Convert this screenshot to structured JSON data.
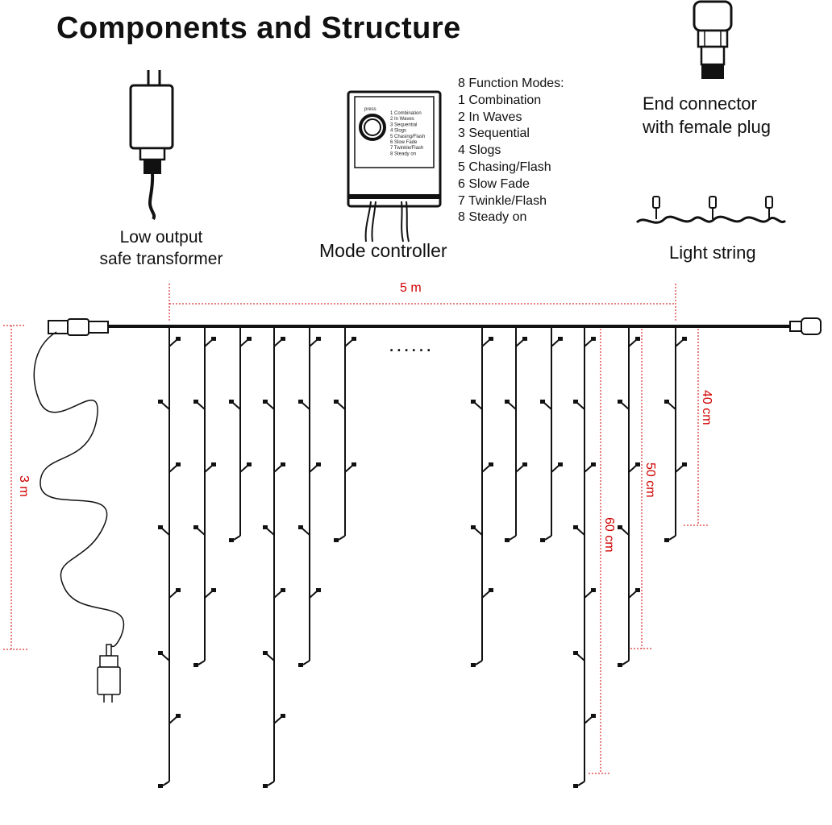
{
  "title": "Components and Structure",
  "components": {
    "transformer": {
      "line1": "Low output",
      "line2": "safe transformer",
      "icon": "power-adapter-icon"
    },
    "controller": {
      "label": "Mode controller",
      "button_label": "press",
      "icon": "mode-controller-icon",
      "mini_modes": [
        "1 Combination",
        "2 In Waves",
        "3 Sequential",
        "4 Slogs",
        "5 Chasing/Flash",
        "6 Slow Fade",
        "7 Twinkle/Flash",
        "8 Steady on"
      ]
    },
    "modes": {
      "heading": "8 Function Modes:",
      "items": [
        "1 Combination",
        "2 In Waves",
        "3 Sequential",
        "4 Slogs",
        "5 Chasing/Flash",
        "6 Slow Fade",
        "7 Twinkle/Flash",
        "8 Steady on"
      ]
    },
    "end_connector": {
      "line1": "End connector",
      "line2": "with female plug",
      "icon": "end-connector-icon"
    },
    "light_string": {
      "label": "Light string",
      "icon": "light-string-icon"
    }
  },
  "dimensions": {
    "width": "5 m",
    "cord": "3 m",
    "drop_short": "40 cm",
    "drop_medium": "50 cm",
    "drop_long": "60 cm"
  },
  "ellipsis": "......",
  "colors": {
    "dimension": "#d00000",
    "line": "#111111"
  }
}
